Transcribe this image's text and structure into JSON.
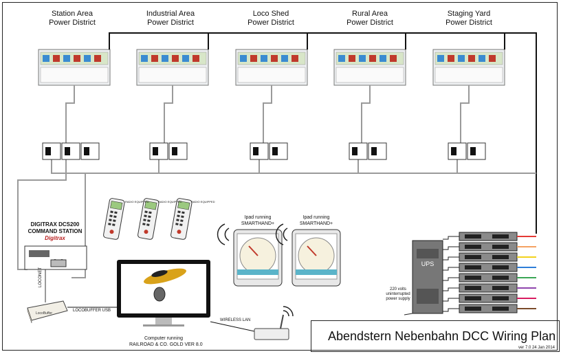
{
  "districts": [
    {
      "line1": "Station Area",
      "line2": "Power District"
    },
    {
      "line1": "Industrial Area",
      "line2": "Power District"
    },
    {
      "line1": "Loco Shed",
      "line2": "Power District"
    },
    {
      "line1": "Rural Area",
      "line2": "Power District"
    },
    {
      "line1": "Staging Yard",
      "line2": "Power District"
    }
  ],
  "command_station": {
    "line1": "DIGITRAX DCS200",
    "line2": "COMMAND STATION",
    "brand": "Digitrax"
  },
  "loconet_label": "LOCONET",
  "locobuffer_label": "LOCOBUFFER USB",
  "wireless_label": "WIRELESS LAN",
  "computer": {
    "line1": "Computer running",
    "line2": "RAILROAD & CO.  GOLD VER 8.0"
  },
  "ipads": [
    {
      "line1": "Ipad running",
      "line2": "SMARTHAND+"
    },
    {
      "line1": "Ipad running",
      "line2": "SMARTHAND+"
    }
  ],
  "throttle_tag": "RADIO EQUIPPED",
  "ups": {
    "label": "UPS",
    "note1": "220 volts",
    "note2": "uninterrupted",
    "note3": "power supply"
  },
  "power_wire_colors": [
    "#e53935",
    "#f4a261",
    "#f2d21b",
    "#2e7dd8",
    "#3aa655",
    "#8e44ad",
    "#d81b60",
    "#7a4b2a"
  ],
  "title": "Abendstern Nebenbahn DCC Wiring Plan",
  "version": "ver 7.0 24 Jan 2014"
}
